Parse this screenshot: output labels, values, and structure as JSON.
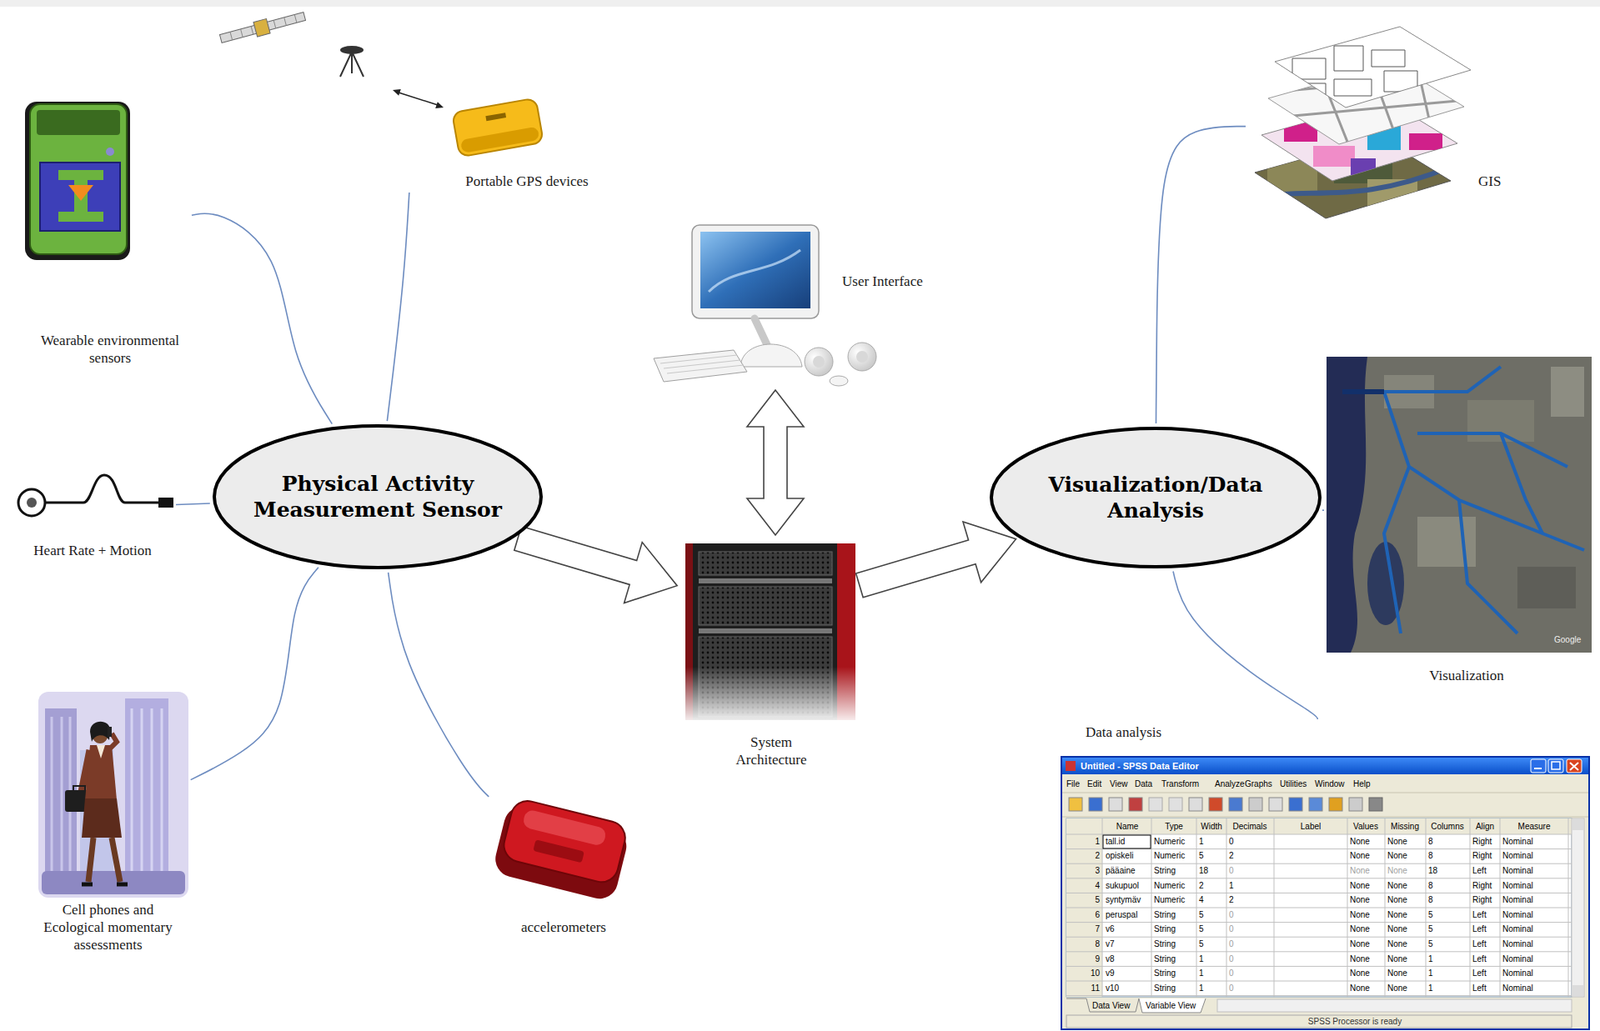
{
  "diagram": {
    "nodes": [
      {
        "text": [
          "Physical Activity Measurement Sensor"
        ]
      },
      {
        "text": [
          "Wearable environmental sensors"
        ]
      },
      {
        "text": [
          "Portable GPS devices"
        ]
      },
      {
        "text": [
          "Heart Rate + Motion"
        ]
      },
      {
        "text": [
          "Cell phones and Ecological momentary assessments"
        ]
      },
      {
        "text": [
          "accelerometers"
        ]
      },
      {
        "text": [
          "User Interface"
        ]
      },
      {
        "text": [
          "System Architecture"
        ]
      },
      {
        "text": [
          "Visualization/Data Analysis"
        ]
      },
      {
        "text": [
          "GIS"
        ]
      },
      {
        "text": [
          "Visualization"
        ]
      },
      {
        "text": [
          "Data analysis"
        ]
      }
    ],
    "edges": [
      {
        "from": 0,
        "to": 1,
        "arrow": "none"
      },
      {
        "from": 0,
        "to": 2,
        "arrow": "none"
      },
      {
        "from": 0,
        "to": 3,
        "arrow": "none"
      },
      {
        "from": 0,
        "to": 4,
        "arrow": "none"
      },
      {
        "from": 0,
        "to": 5,
        "arrow": "none"
      },
      {
        "from": 0,
        "to": 7,
        "arrow": "to"
      },
      {
        "from": 6,
        "to": 7,
        "arrow": "both"
      },
      {
        "from": 7,
        "to": 8,
        "arrow": "to"
      },
      {
        "from": 8,
        "to": 9,
        "arrow": "none"
      },
      {
        "from": 8,
        "to": 10,
        "arrow": "none"
      },
      {
        "from": 8,
        "to": 11,
        "arrow": "none"
      }
    ],
    "labels": [
      "Untitled - SPSS Data Editor",
      "File",
      "Edit",
      "View",
      "Data",
      "Transform",
      "Analyze",
      "Graphs",
      "Utilities",
      "Window",
      "Help",
      "Name",
      "Type",
      "Width",
      "Decimals",
      "Label",
      "Values",
      "Missing",
      "Columns",
      "Align",
      "Measure",
      "1",
      "tall.id",
      "Numeric",
      "1",
      "0",
      "None",
      "None",
      "8",
      "Right",
      "Nominal",
      "2",
      "opiskeli",
      "Numeric",
      "5",
      "2",
      "None",
      "None",
      "8",
      "Right",
      "Nominal",
      "3",
      "pääaine",
      "String",
      "18",
      "0",
      "None",
      "None",
      "18",
      "Left",
      "Nominal",
      "4",
      "sukupuol",
      "Numeric",
      "2",
      "1",
      "None",
      "None",
      "8",
      "Right",
      "Nominal",
      "5",
      "syntymäv",
      "Numeric",
      "4",
      "2",
      "None",
      "None",
      "8",
      "Right",
      "Nominal",
      "6",
      "peruspal",
      "String",
      "5",
      "0",
      "None",
      "None",
      "5",
      "Left",
      "Nominal",
      "7",
      "v6",
      "String",
      "5",
      "0",
      "None",
      "None",
      "5",
      "Left",
      "Nominal",
      "8",
      "v7",
      "String",
      "5",
      "0",
      "None",
      "None",
      "5",
      "Left",
      "Nominal",
      "9",
      "v8",
      "String",
      "1",
      "0",
      "None",
      "None",
      "1",
      "Left",
      "Nominal",
      "10",
      "v9",
      "String",
      "1",
      "0",
      "None",
      "None",
      "1",
      "Left",
      "Nominal",
      "11",
      "v10",
      "String",
      "1",
      "0",
      "None",
      "None",
      "1",
      "Left",
      "Nominal",
      "Data View",
      "Variable View",
      "SPSS Processor is ready",
      "Google"
    ]
  }
}
